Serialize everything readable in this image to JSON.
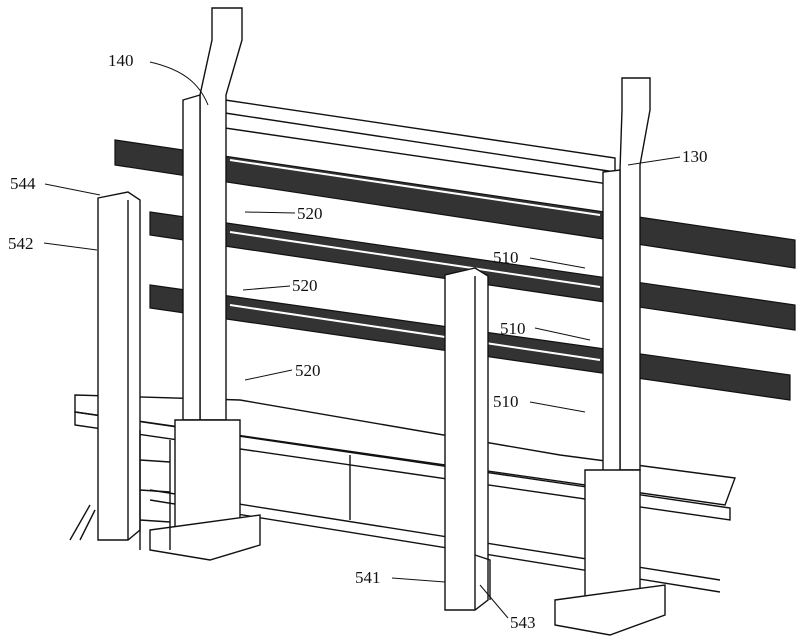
{
  "figure": {
    "labels": {
      "l140": "140",
      "l130": "130",
      "l544": "544",
      "l542": "542",
      "l520a": "520",
      "l520b": "520",
      "l520c": "520",
      "l510a": "510",
      "l510b": "510",
      "l510c": "510",
      "l541": "541",
      "l543": "543"
    },
    "colors": {
      "line": "#111111",
      "rail": "#222222",
      "background": "#ffffff"
    }
  }
}
